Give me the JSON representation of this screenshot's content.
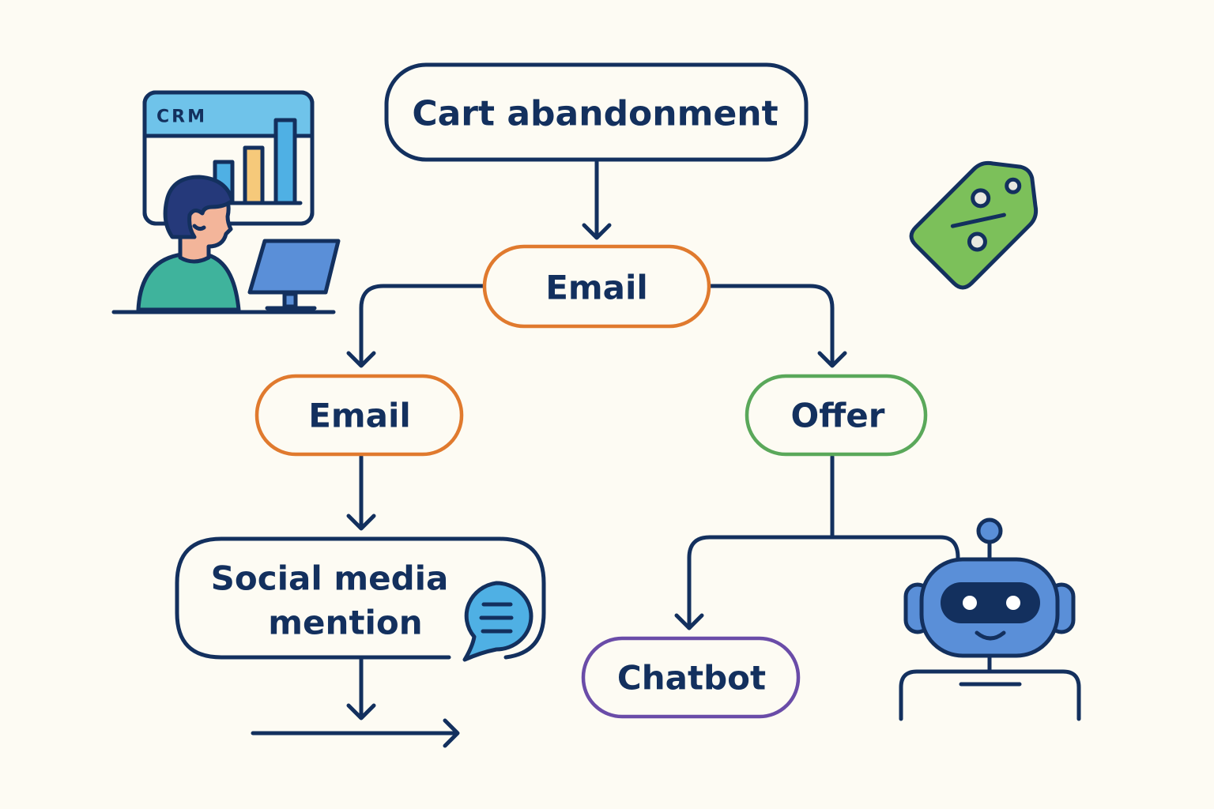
{
  "diagram": {
    "nodes": {
      "cart_abandonment": {
        "label": "Cart abandonment",
        "border_color": "#13305e"
      },
      "email_top": {
        "label": "Email",
        "border_color": "#e07a2e"
      },
      "email_left": {
        "label": "Email",
        "border_color": "#e07a2e"
      },
      "offer": {
        "label": "Offer",
        "border_color": "#5aa85a"
      },
      "social_media": {
        "label_line1": "Social media",
        "label_line2": "mention",
        "border_color": "#13305e"
      },
      "chatbot": {
        "label": "Chatbot",
        "border_color": "#6a4ca8"
      }
    },
    "edges": [
      {
        "from": "cart_abandonment",
        "to": "email_top"
      },
      {
        "from": "email_top",
        "to": "email_left"
      },
      {
        "from": "email_top",
        "to": "offer"
      },
      {
        "from": "email_left",
        "to": "social_media"
      },
      {
        "from": "social_media",
        "to": "next-step"
      },
      {
        "from": "offer",
        "to": "chatbot"
      },
      {
        "from": "offer",
        "to": "robot"
      }
    ],
    "illustrations": {
      "crm": {
        "label": "CRM",
        "icon": "crm-dashboard-person"
      },
      "discount_tag": {
        "icon": "percent-tag",
        "symbol": "%"
      },
      "chat_bubble": {
        "icon": "chat-bubble"
      },
      "robot": {
        "icon": "robot"
      }
    },
    "colors": {
      "ink": "#13305e",
      "background": "#fdfbf3",
      "orange": "#e07a2e",
      "green": "#5aa85a",
      "purple": "#6a4ca8",
      "light_blue": "#4fb0e4",
      "robot_blue": "#5a8fd8",
      "tag_green": "#7cc05a",
      "teal": "#3fb39c",
      "skin": "#f3b59a",
      "bar_yellow": "#f6c97a"
    }
  }
}
